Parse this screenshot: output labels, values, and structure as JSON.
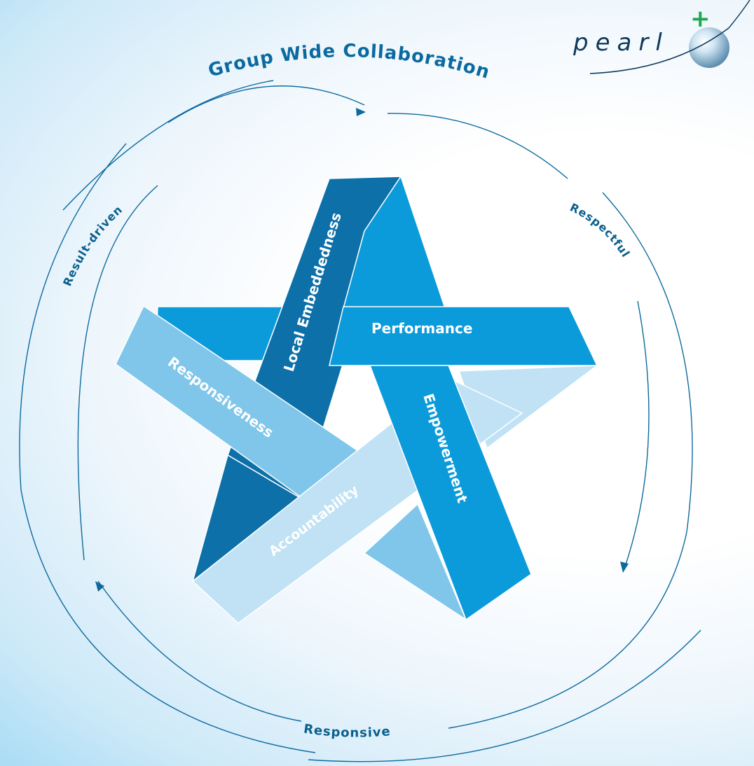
{
  "logo": {
    "text": "pearl",
    "plus": "+"
  },
  "diagram": {
    "title": "Group Wide Collaboration",
    "ring_labels": {
      "left": "Result-driven",
      "right": "Respectful",
      "bottom": "Responsive"
    },
    "bands": {
      "top": "Local Embeddedness",
      "right_upper": "Performance",
      "right_lower": "Empowerment",
      "bottom": "Accountability",
      "left": "Responsiveness"
    }
  },
  "colors": {
    "navy": "#0d70a8",
    "mid_blue": "#0b9bdb",
    "light_blue": "#7fc6ea",
    "pale_blue": "#c0e2f4",
    "text_accent": "#0a5f8e"
  }
}
